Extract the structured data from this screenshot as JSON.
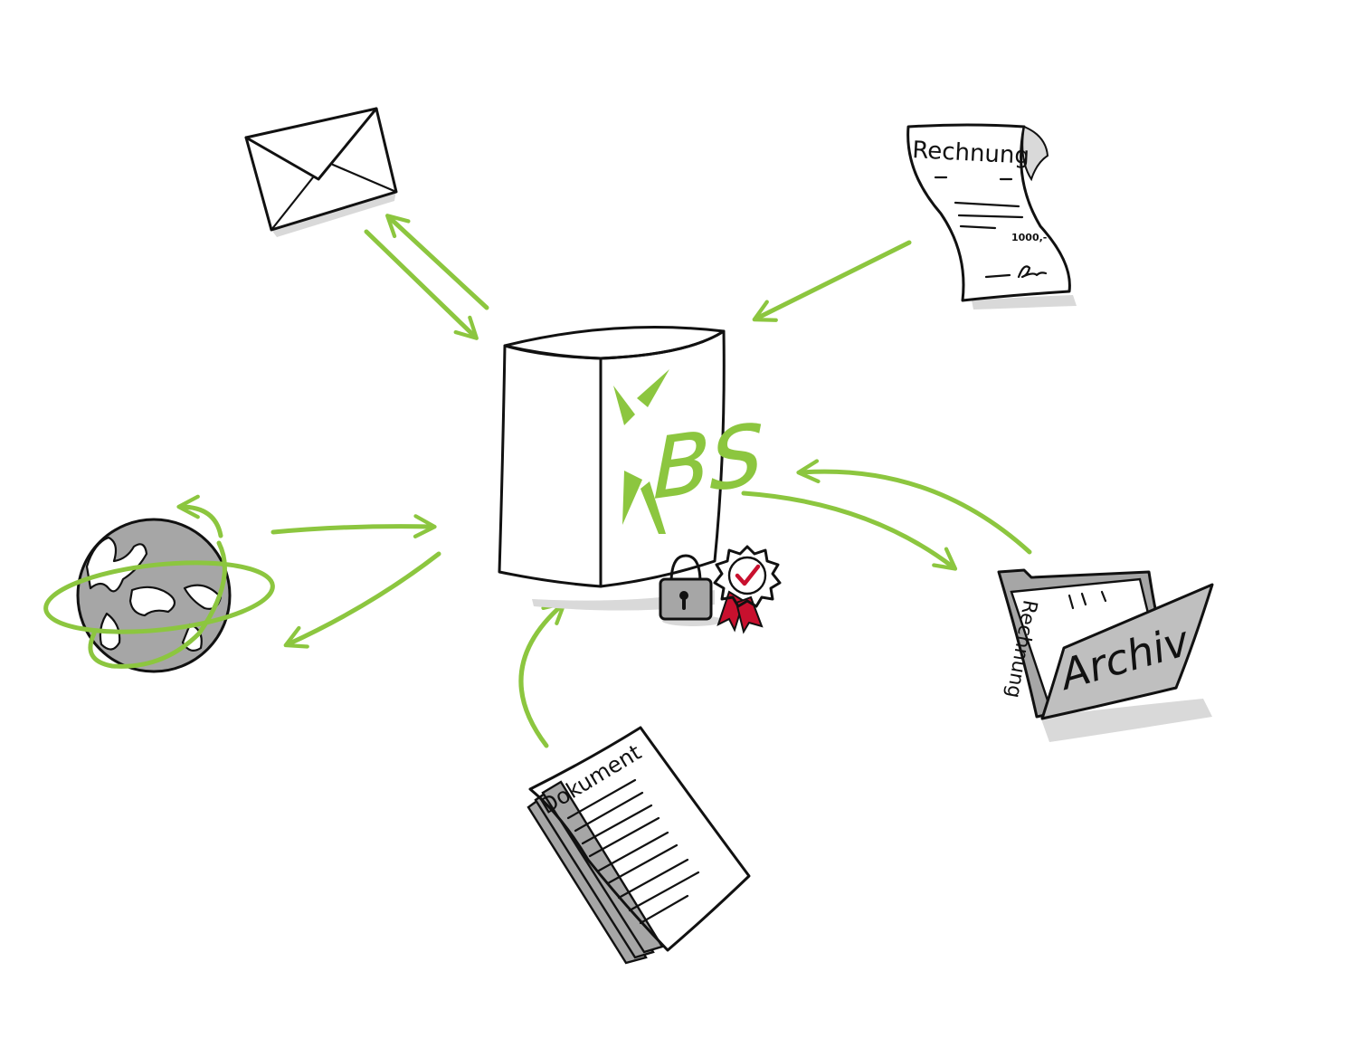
{
  "hub": {
    "logo_text": "BS"
  },
  "nodes": {
    "invoice": {
      "label": "Rechnung",
      "amount": "1000,-"
    },
    "archive": {
      "label": "Archiv",
      "inner_label": "Rechnung"
    },
    "document": {
      "label": "Dokument"
    }
  },
  "colors": {
    "accent": "#8cc63f",
    "ink": "#111111",
    "shadow": "#d9d9d9",
    "gray": "#a6a6a6",
    "seal_red": "#c8102e"
  }
}
